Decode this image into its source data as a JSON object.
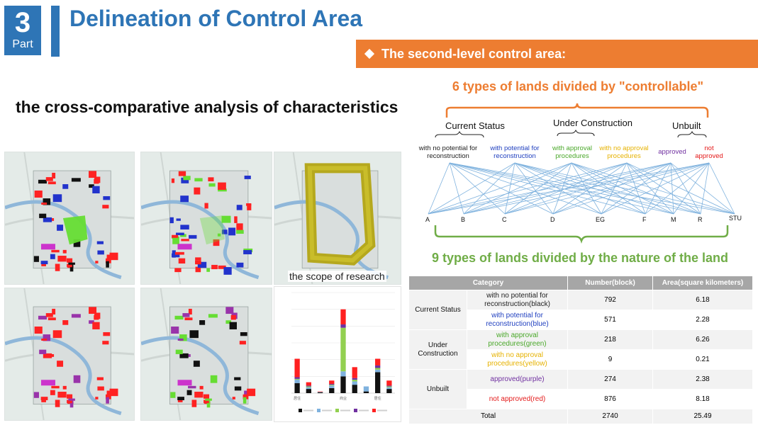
{
  "header": {
    "part_number": "3",
    "part_word": "Part",
    "title": "Delineation of Control Area",
    "banner": "The second-level control area:"
  },
  "subtitle": "the cross-comparative analysis of characteristics",
  "scope_caption": "the scope of research",
  "diagram": {
    "top_heading": "6 types of lands divided by \"controllable\"",
    "bottom_heading": "9 types of lands divided by the nature of the land",
    "categories": [
      {
        "label": "Current Status",
        "subs": [
          {
            "text": "with no potential for reconstruction",
            "color": "#222222"
          },
          {
            "text": "with potential for reconstruction",
            "color": "#1f3fbf"
          }
        ]
      },
      {
        "label": "Under Construction",
        "subs": [
          {
            "text": "with approval procedures",
            "color": "#4aa82a"
          },
          {
            "text": "with no approval procedures",
            "color": "#e6b200"
          }
        ]
      },
      {
        "label": "Unbuilt",
        "subs": [
          {
            "text": "approved",
            "color": "#7030a0"
          },
          {
            "text": "not approved",
            "color": "#e41a1a"
          }
        ]
      }
    ],
    "land_types": [
      "A",
      "B",
      "C",
      "D",
      "EG",
      "F",
      "M",
      "R",
      "STU"
    ],
    "colors": {
      "orange": "#ed7d31",
      "green": "#70ad47",
      "lines": "#7fb2de"
    }
  },
  "table": {
    "headers": [
      "Category",
      "Number(block)",
      "Area(square kilometers)"
    ],
    "groups": [
      {
        "name": "Current Status",
        "rows": [
          {
            "label": "with no potential for reconstruction(black)",
            "number": "792",
            "area": "6.18",
            "color": "black"
          },
          {
            "label": "with potential for reconstruction(blue)",
            "number": "571",
            "area": "2.28",
            "color": "blue"
          }
        ]
      },
      {
        "name": "Under Construction",
        "rows": [
          {
            "label": "with approval procedures(green)",
            "number": "218",
            "area": "6.26",
            "color": "green"
          },
          {
            "label": "with no approval procedures(yellow)",
            "number": "9",
            "area": "0.21",
            "color": "yellow"
          }
        ]
      },
      {
        "name": "Unbuilt",
        "rows": [
          {
            "label": "approved(purple)",
            "number": "274",
            "area": "2.38",
            "color": "purple"
          },
          {
            "label": "not approved(red)",
            "number": "876",
            "area": "8.18",
            "color": "red"
          }
        ]
      }
    ],
    "total": {
      "label": "Total",
      "number": "2740",
      "area": "25.49"
    }
  },
  "chart_data": {
    "type": "bar",
    "categories": [
      "居住",
      "",
      "",
      "",
      "商业",
      "",
      "",
      "居住",
      ""
    ],
    "series": [
      {
        "color": "#111111",
        "values": [
          1.2,
          0.5,
          0.1,
          0.6,
          2.0,
          1.0,
          0.2,
          2.5,
          0.5
        ]
      },
      {
        "color": "#7fb2de",
        "values": [
          0.4,
          0.2,
          0.05,
          0.3,
          0.6,
          0.4,
          0.6,
          0.3,
          0.2
        ]
      },
      {
        "color": "#92d050",
        "values": [
          0.1,
          0.1,
          0.0,
          0.1,
          5.2,
          0.2,
          0.0,
          0.2,
          0.1
        ]
      },
      {
        "color": "#7030a0",
        "values": [
          0.2,
          0.1,
          0.0,
          0.1,
          0.4,
          0.2,
          0.0,
          0.3,
          0.1
        ]
      },
      {
        "color": "#ff2020",
        "values": [
          2.2,
          0.4,
          0.05,
          0.4,
          1.8,
          1.3,
          0.0,
          0.8,
          0.6
        ]
      }
    ],
    "ylim": [
      0,
      12
    ],
    "grid": true
  }
}
